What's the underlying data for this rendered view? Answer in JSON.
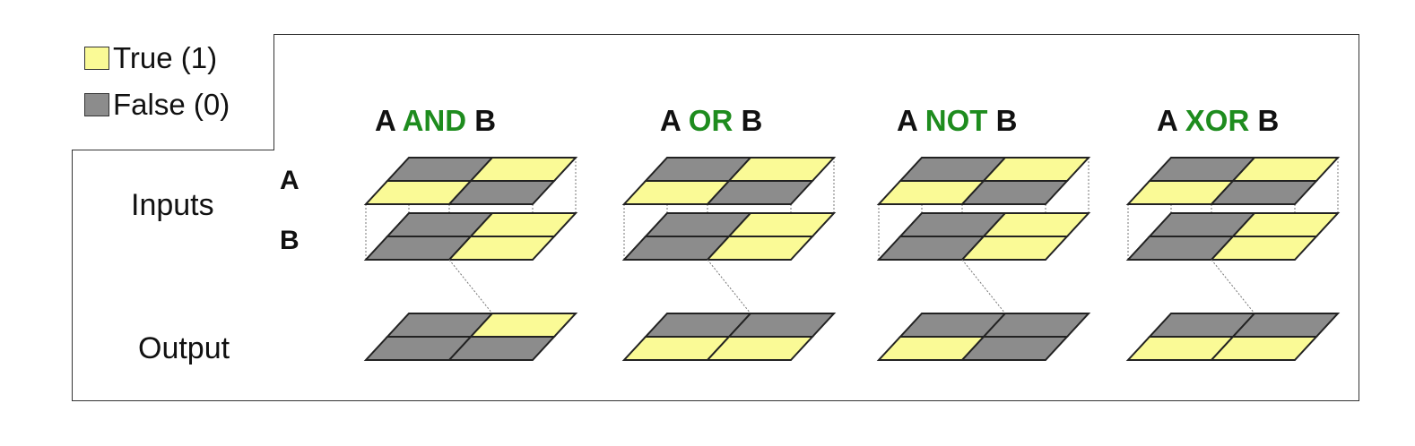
{
  "legend": {
    "true_label": "True (1)",
    "false_label": "False (0)"
  },
  "colors": {
    "true": "#fafa96",
    "false": "#8c8c8c",
    "op_text": "#1e8c1e",
    "stroke": "#222222"
  },
  "labels": {
    "inputs": "Inputs",
    "output": "Output",
    "input_a": "A",
    "input_b": "B"
  },
  "operations": [
    {
      "a": "A",
      "op": "AND",
      "b": "B",
      "output": [
        0,
        1,
        0,
        0
      ]
    },
    {
      "a": "A",
      "op": "OR",
      "b": "B",
      "output": [
        0,
        0,
        1,
        1
      ]
    },
    {
      "a": "A",
      "op": "NOT",
      "b": "B",
      "output": [
        0,
        0,
        1,
        0
      ]
    },
    {
      "a": "A",
      "op": "XOR",
      "b": "B",
      "output": [
        0,
        0,
        1,
        1
      ]
    }
  ],
  "input_a_cells": [
    0,
    1,
    1,
    0
  ],
  "input_b_cells": [
    0,
    1,
    0,
    1
  ]
}
